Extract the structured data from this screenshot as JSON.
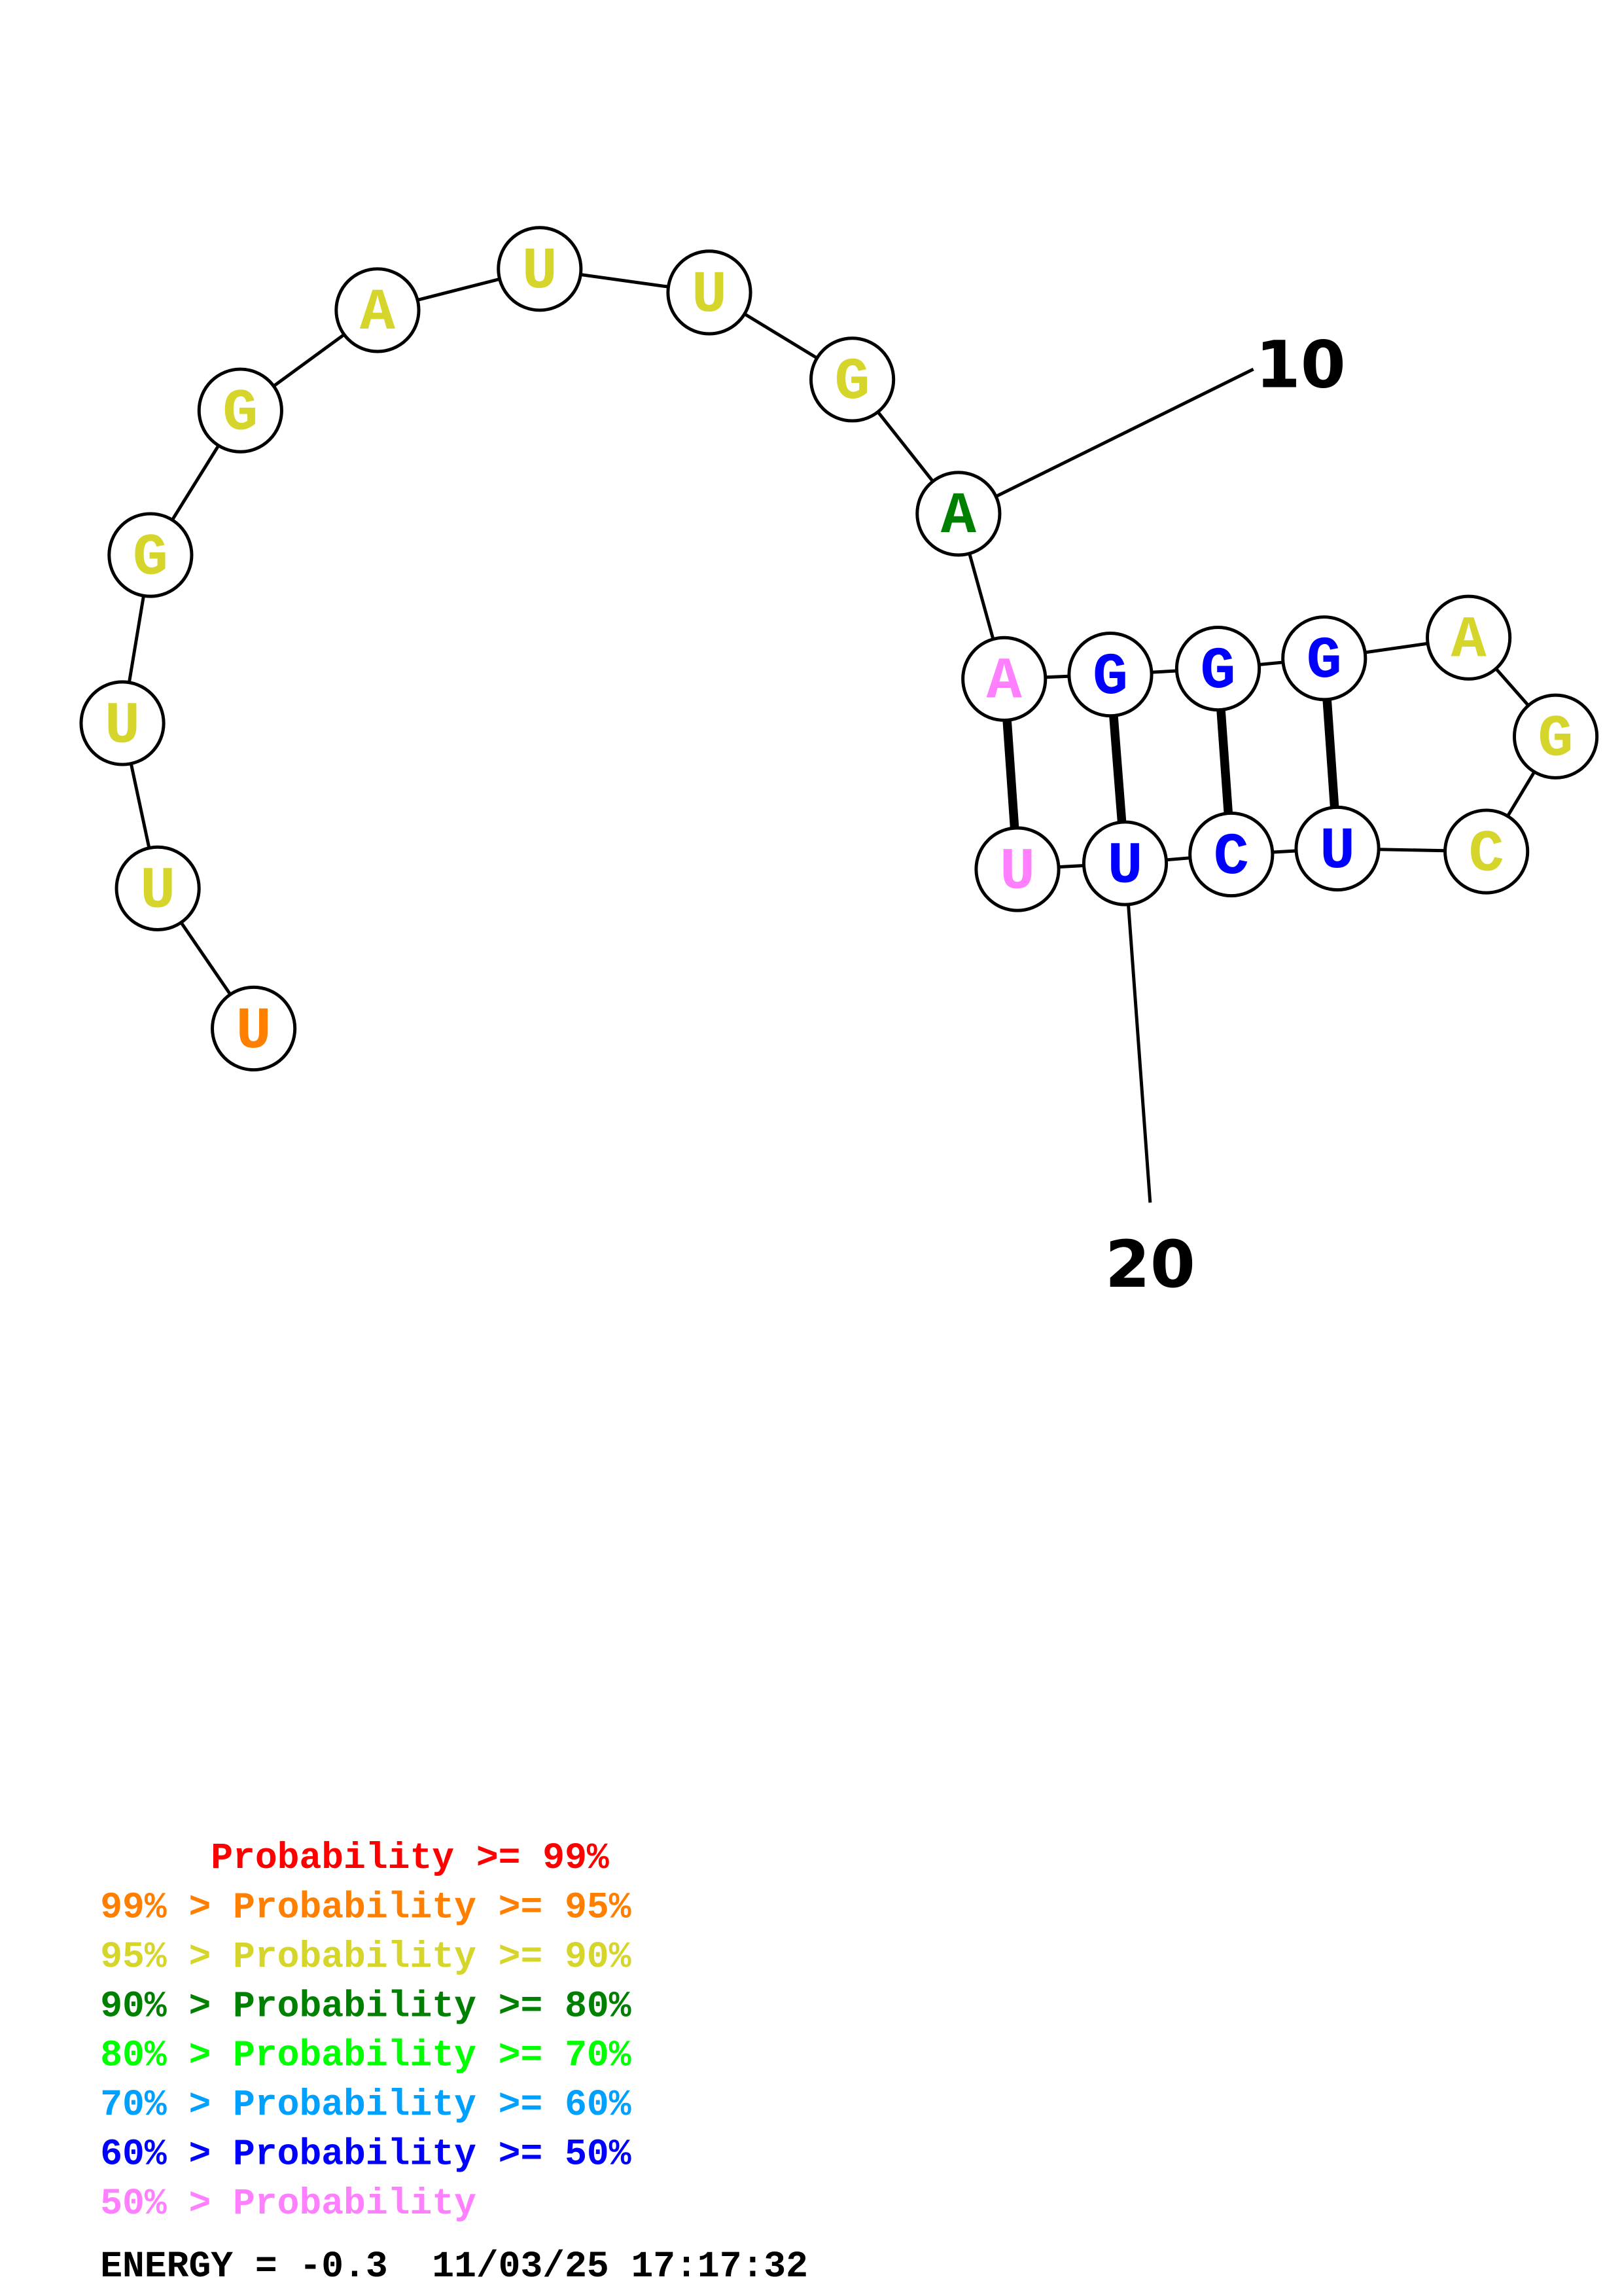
{
  "nucleotides": [
    {
      "base": "U",
      "color": "#ff8000"
    },
    {
      "base": "U",
      "color": "#d5d52b"
    },
    {
      "base": "U",
      "color": "#d5d52b"
    },
    {
      "base": "G",
      "color": "#d5d52b"
    },
    {
      "base": "G",
      "color": "#d5d52b"
    },
    {
      "base": "A",
      "color": "#d5d52b"
    },
    {
      "base": "U",
      "color": "#d5d52b"
    },
    {
      "base": "U",
      "color": "#d5d52b"
    },
    {
      "base": "G",
      "color": "#d5d52b"
    },
    {
      "base": "A",
      "color": "#008000"
    },
    {
      "base": "A",
      "color": "#ff80ff"
    },
    {
      "base": "G",
      "color": "#0000ff"
    },
    {
      "base": "G",
      "color": "#0000ff"
    },
    {
      "base": "G",
      "color": "#0000ff"
    },
    {
      "base": "A",
      "color": "#d5d52b"
    },
    {
      "base": "G",
      "color": "#d5d52b"
    },
    {
      "base": "C",
      "color": "#d5d52b"
    },
    {
      "base": "U",
      "color": "#0000ff"
    },
    {
      "base": "C",
      "color": "#0000ff"
    },
    {
      "base": "U",
      "color": "#0000ff"
    },
    {
      "base": "U",
      "color": "#ff80ff"
    }
  ],
  "pairs": [
    [
      11,
      21
    ],
    [
      12,
      20
    ],
    [
      13,
      19
    ],
    [
      14,
      18
    ]
  ],
  "position_labels": [
    {
      "text": "10",
      "position": 10
    },
    {
      "text": "20",
      "position": 20
    }
  ],
  "legend": [
    {
      "text": "     Probability >= 99%",
      "color": "#ff0000"
    },
    {
      "text": "99% > Probability >= 95%",
      "color": "#ff8000"
    },
    {
      "text": "95% > Probability >= 90%",
      "color": "#d5d52b"
    },
    {
      "text": "90% > Probability >= 80%",
      "color": "#008000"
    },
    {
      "text": "80% > Probability >= 70%",
      "color": "#00ff00"
    },
    {
      "text": "70% > Probability >= 60%",
      "color": "#00a0ff"
    },
    {
      "text": "60% > Probability >= 50%",
      "color": "#0000ff"
    },
    {
      "text": "50% > Probability",
      "color": "#ff80ff"
    }
  ],
  "footer": {
    "energy": "ENERGY = -0.3  11/03/25 17:17:32"
  }
}
